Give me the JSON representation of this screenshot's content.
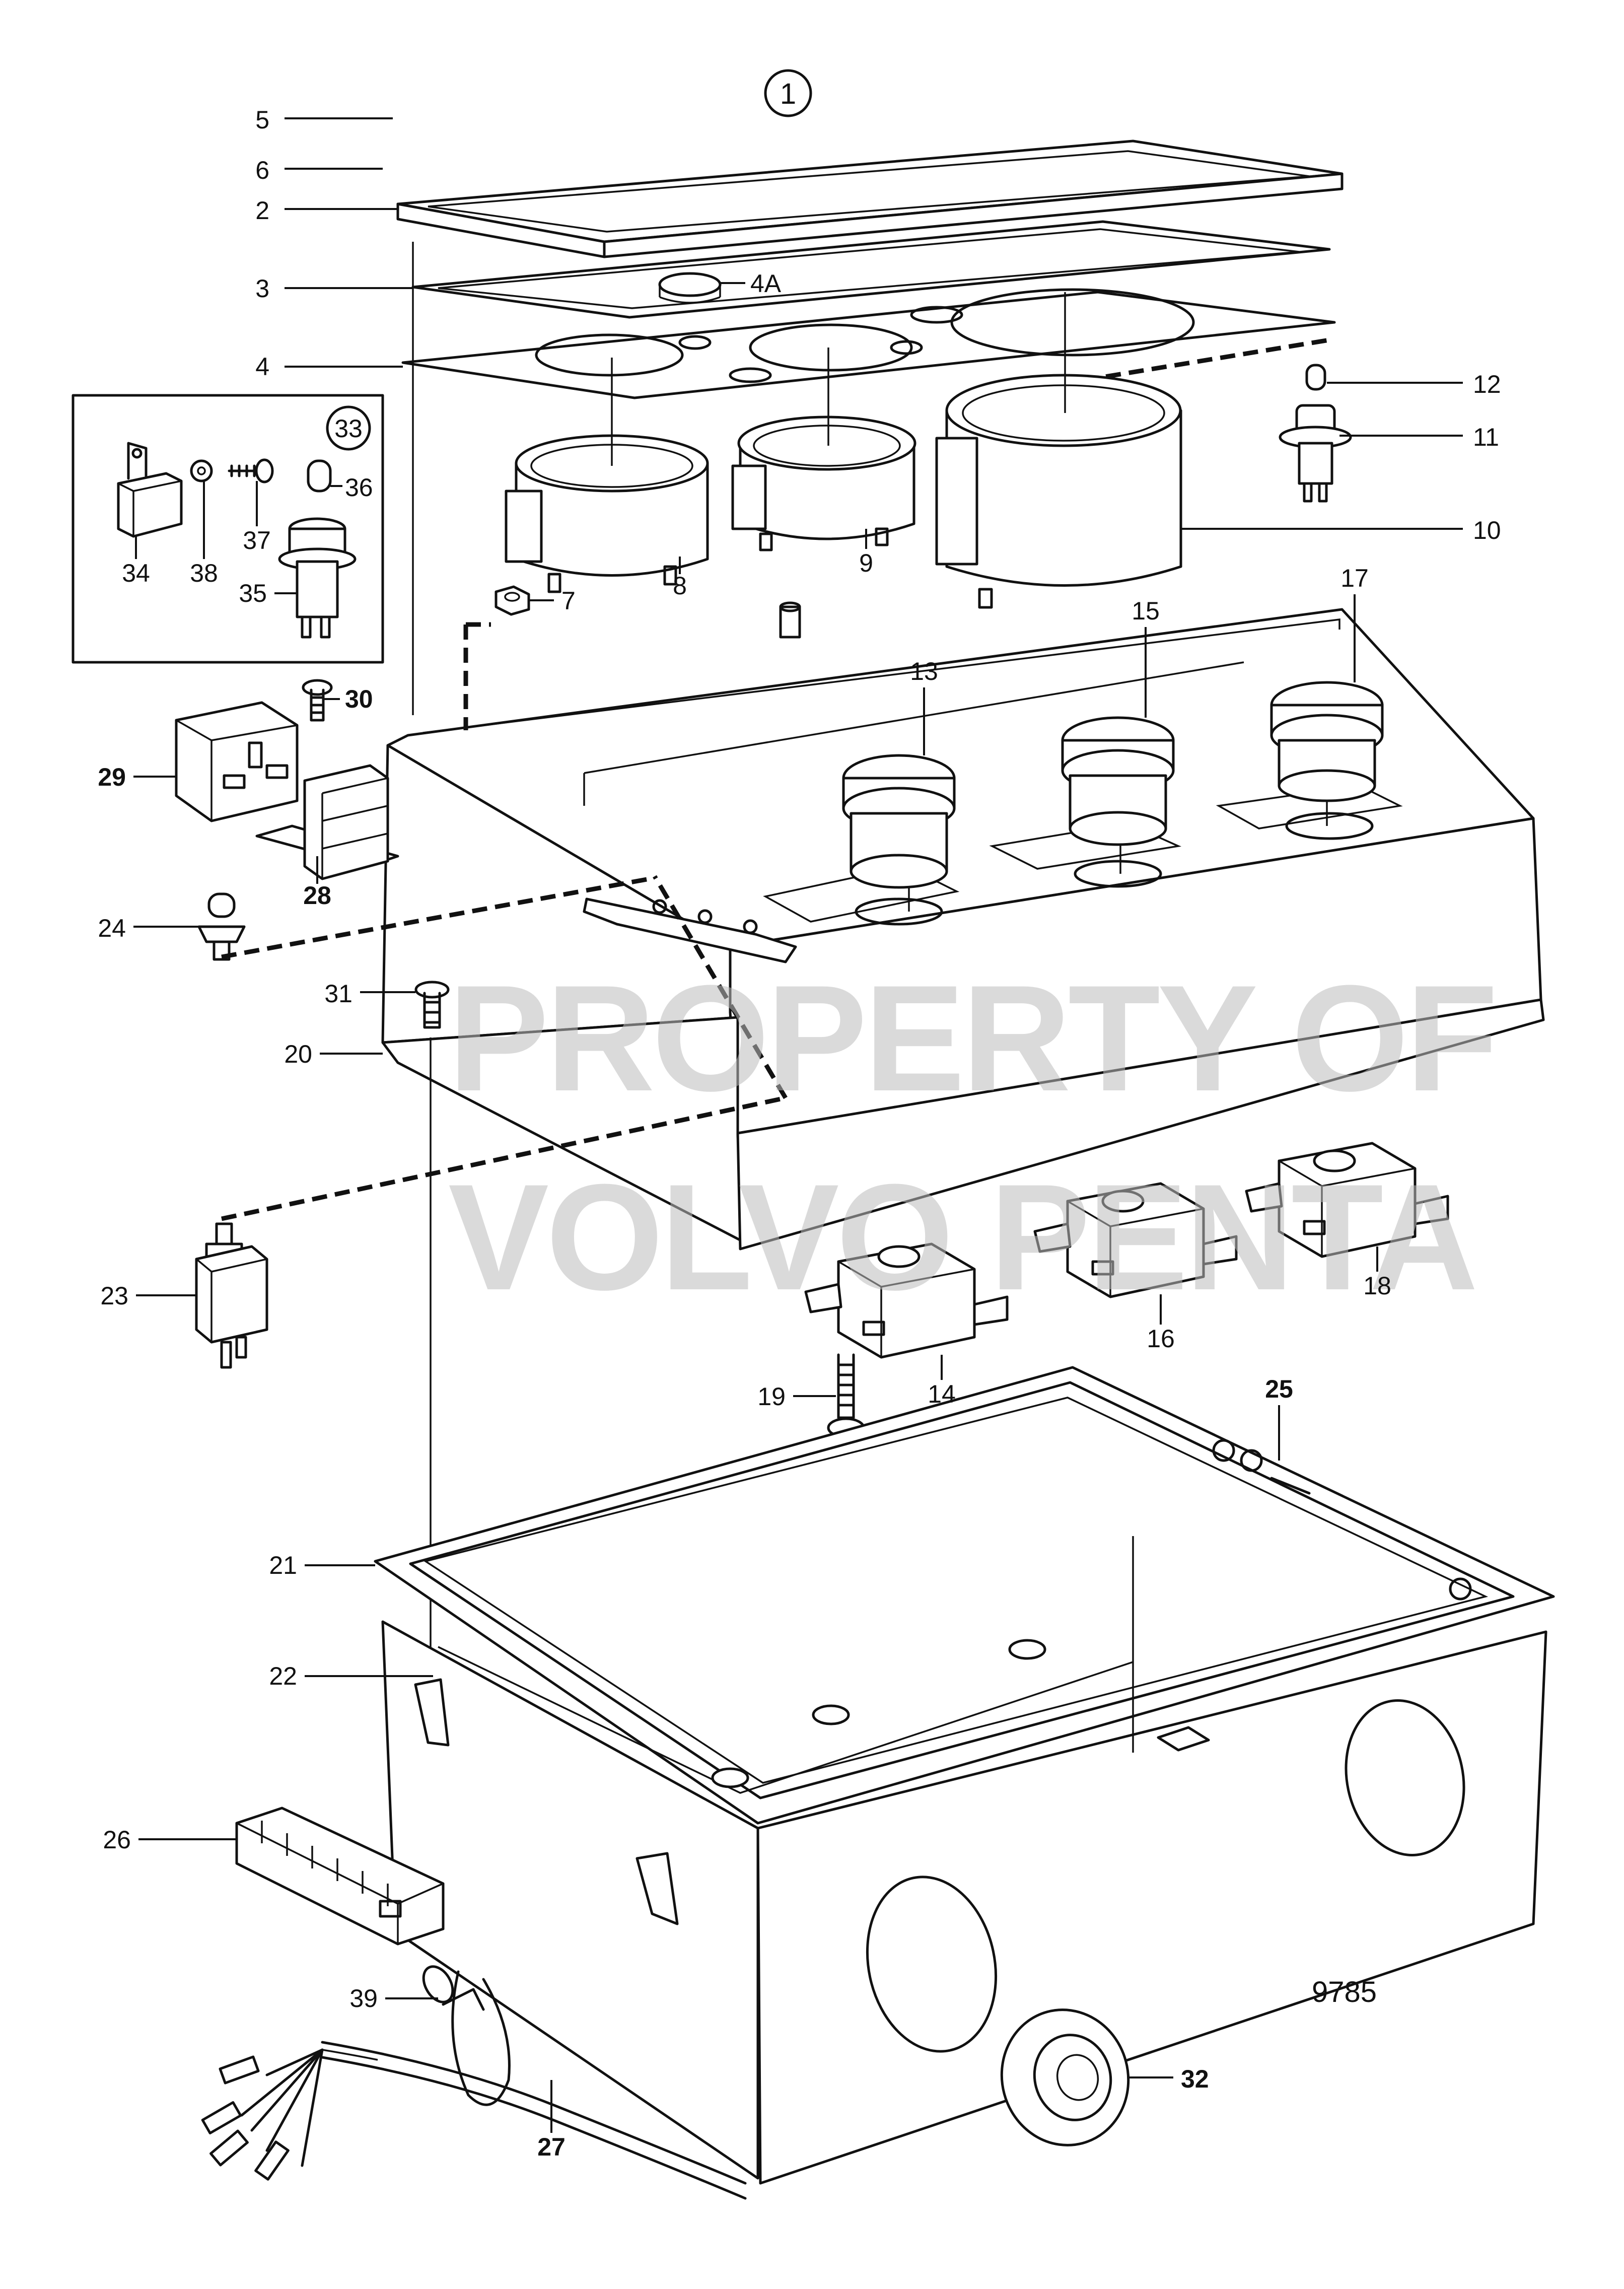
{
  "figure": {
    "group_number": "1",
    "subgroup_number": "33",
    "drawing_number": "9785"
  },
  "watermark": {
    "line1": "PROPERTY OF",
    "line2": "VOLVO PENTA"
  },
  "callouts": [
    {
      "id": "5",
      "bold": false
    },
    {
      "id": "6",
      "bold": false
    },
    {
      "id": "2",
      "bold": false
    },
    {
      "id": "3",
      "bold": false
    },
    {
      "id": "4A",
      "bold": false
    },
    {
      "id": "4",
      "bold": false
    },
    {
      "id": "12",
      "bold": false
    },
    {
      "id": "11",
      "bold": false
    },
    {
      "id": "10",
      "bold": false
    },
    {
      "id": "9",
      "bold": false
    },
    {
      "id": "8",
      "bold": false
    },
    {
      "id": "7",
      "bold": false
    },
    {
      "id": "17",
      "bold": false
    },
    {
      "id": "15",
      "bold": false
    },
    {
      "id": "13",
      "bold": false
    },
    {
      "id": "30",
      "bold": true
    },
    {
      "id": "29",
      "bold": true
    },
    {
      "id": "28",
      "bold": true
    },
    {
      "id": "24",
      "bold": false
    },
    {
      "id": "31",
      "bold": false
    },
    {
      "id": "20",
      "bold": false
    },
    {
      "id": "23",
      "bold": false
    },
    {
      "id": "18",
      "bold": false
    },
    {
      "id": "16",
      "bold": false
    },
    {
      "id": "14",
      "bold": false
    },
    {
      "id": "19",
      "bold": false
    },
    {
      "id": "25",
      "bold": true
    },
    {
      "id": "21",
      "bold": false
    },
    {
      "id": "22",
      "bold": false
    },
    {
      "id": "26",
      "bold": false
    },
    {
      "id": "39",
      "bold": false
    },
    {
      "id": "27",
      "bold": true
    },
    {
      "id": "32",
      "bold": true
    },
    {
      "id": "34",
      "bold": false
    },
    {
      "id": "38",
      "bold": false
    },
    {
      "id": "37",
      "bold": false
    },
    {
      "id": "36",
      "bold": false
    },
    {
      "id": "35",
      "bold": false
    }
  ]
}
